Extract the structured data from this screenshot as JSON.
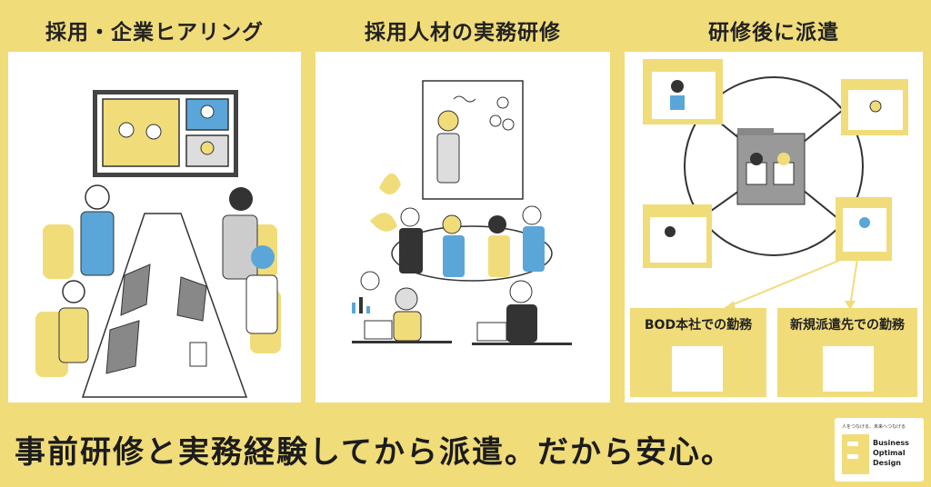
{
  "panels": [
    {
      "title": "採用・企業ヒアリング"
    },
    {
      "title": "採用人材の実務研修"
    },
    {
      "title": "研修後に派遣",
      "destinations": [
        "BOD本社での勤務",
        "新規派遣先での勤務"
      ]
    }
  ],
  "footer": {
    "slogan": "事前研修と実務経験してから派遣。だから安心。",
    "logo": {
      "tagline": "人をつなげる、未来へつなげる",
      "name_line1": "Business",
      "name_line2": "Optimal",
      "name_line3": "Design"
    }
  },
  "colors": {
    "accent": "#f1dc7a",
    "blue": "#5ba6d8",
    "dark": "#333333"
  }
}
